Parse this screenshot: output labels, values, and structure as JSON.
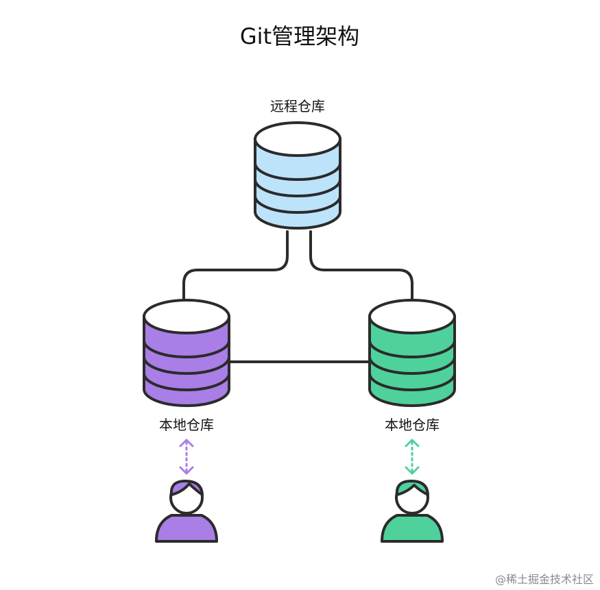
{
  "diagram": {
    "title": "Git管理架构",
    "remote": {
      "label": "远程仓库",
      "color": "#bde3fb"
    },
    "local_left": {
      "label": "本地仓库",
      "color": "#a97ee6"
    },
    "local_right": {
      "label": "本地仓库",
      "color": "#4fd19c"
    },
    "user_left": {
      "icon": "user-icon",
      "color": "#a97ee6"
    },
    "user_right": {
      "icon": "user-icon",
      "color": "#4fd19c"
    },
    "stroke_color": "#2b2b2b"
  },
  "watermark": "@稀土掘金技术社区"
}
